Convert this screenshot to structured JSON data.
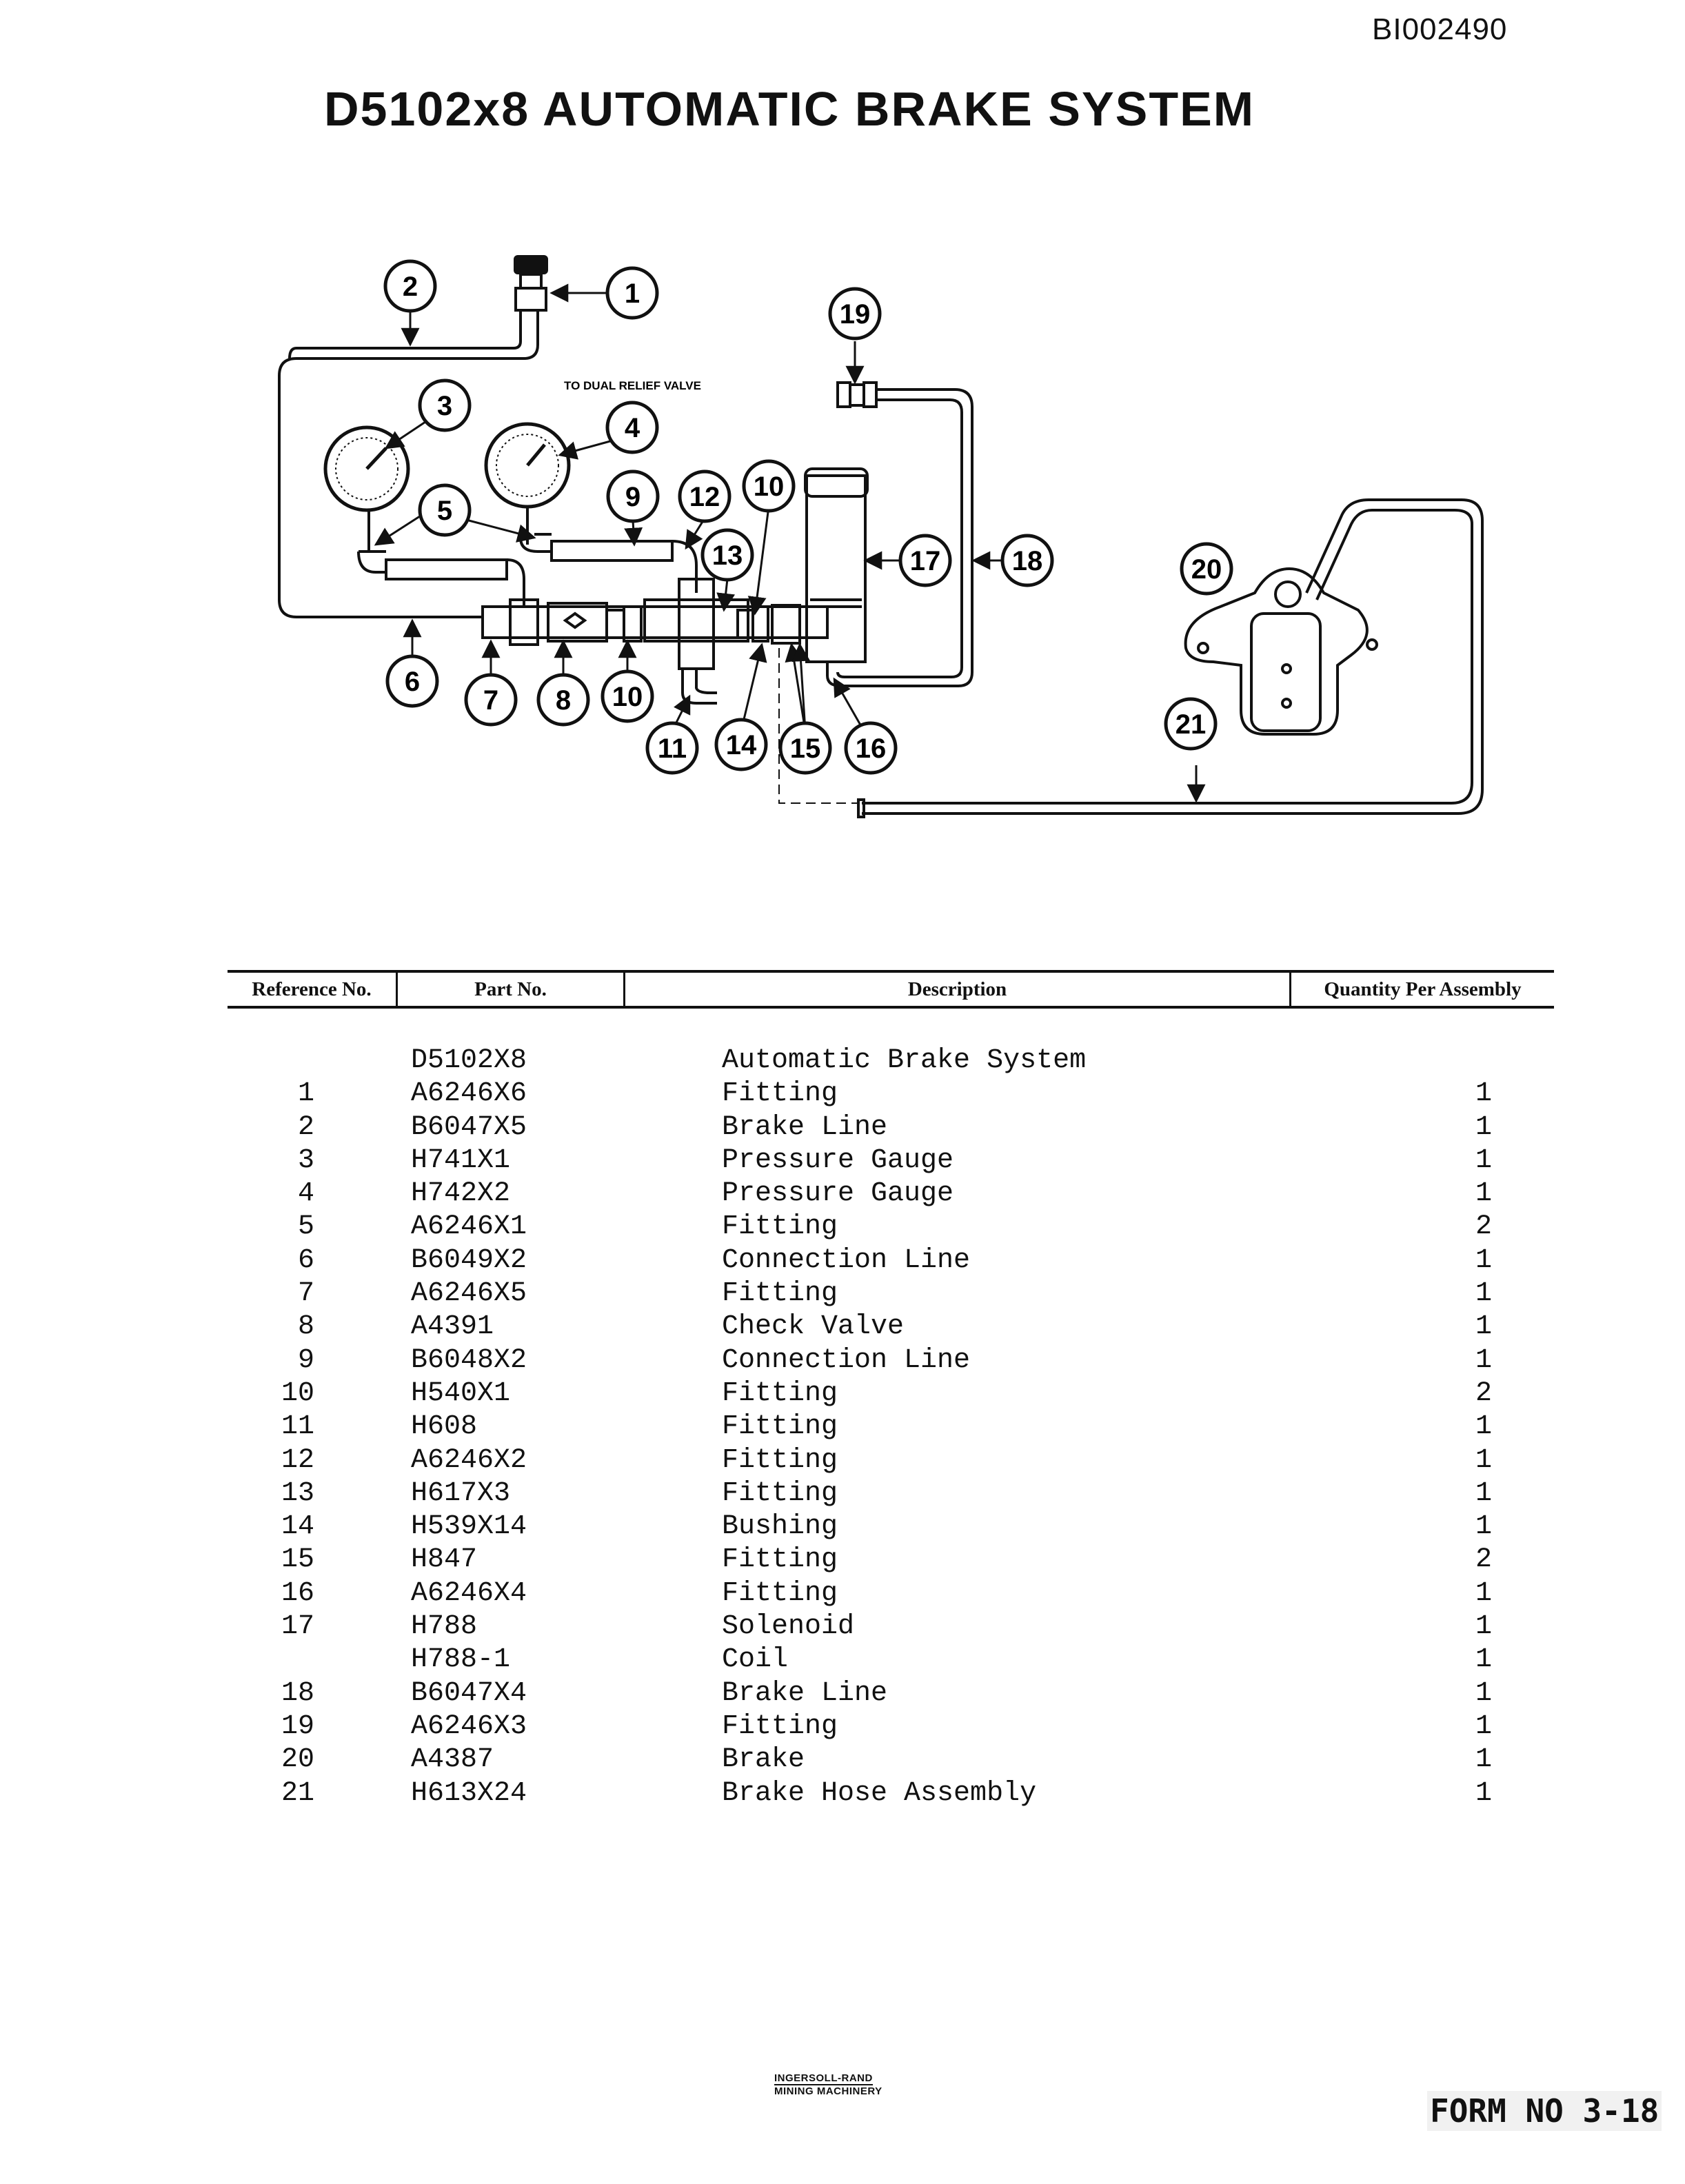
{
  "document": {
    "doc_id": "BI002490",
    "title": "D5102x8 AUTOMATIC BRAKE SYSTEM"
  },
  "diagram": {
    "note": "TO DUAL RELIEF VALVE",
    "callouts": [
      "1",
      "2",
      "3",
      "4",
      "5",
      "6",
      "7",
      "8",
      "9",
      "10",
      "10",
      "11",
      "12",
      "13",
      "14",
      "15",
      "16",
      "17",
      "18",
      "19",
      "20",
      "21"
    ]
  },
  "table": {
    "headers": {
      "ref": "Reference No.",
      "part": "Part No.",
      "desc": "Description",
      "qty": "Quantity Per Assembly"
    },
    "rows": [
      {
        "ref": "",
        "part": "D5102X8",
        "desc": "Automatic Brake System",
        "qty": ""
      },
      {
        "ref": "1",
        "part": "A6246X6",
        "desc": "Fitting",
        "qty": "1"
      },
      {
        "ref": "2",
        "part": "B6047X5",
        "desc": "Brake Line",
        "qty": "1"
      },
      {
        "ref": "3",
        "part": "H741X1",
        "desc": "Pressure Gauge",
        "qty": "1"
      },
      {
        "ref": "4",
        "part": "H742X2",
        "desc": "Pressure Gauge",
        "qty": "1"
      },
      {
        "ref": "5",
        "part": "A6246X1",
        "desc": "Fitting",
        "qty": "2"
      },
      {
        "ref": "6",
        "part": "B6049X2",
        "desc": "Connection Line",
        "qty": "1"
      },
      {
        "ref": "7",
        "part": "A6246X5",
        "desc": "Fitting",
        "qty": "1"
      },
      {
        "ref": "8",
        "part": "A4391",
        "desc": "Check Valve",
        "qty": "1"
      },
      {
        "ref": "9",
        "part": "B6048X2",
        "desc": "Connection Line",
        "qty": "1"
      },
      {
        "ref": "10",
        "part": "H540X1",
        "desc": "Fitting",
        "qty": "2"
      },
      {
        "ref": "11",
        "part": "H608",
        "desc": "Fitting",
        "qty": "1"
      },
      {
        "ref": "12",
        "part": "A6246X2",
        "desc": "Fitting",
        "qty": "1"
      },
      {
        "ref": "13",
        "part": "H617X3",
        "desc": "Fitting",
        "qty": "1"
      },
      {
        "ref": "14",
        "part": "H539X14",
        "desc": "Bushing",
        "qty": "1"
      },
      {
        "ref": "15",
        "part": "H847",
        "desc": "Fitting",
        "qty": "2"
      },
      {
        "ref": "16",
        "part": "A6246X4",
        "desc": "Fitting",
        "qty": "1"
      },
      {
        "ref": "17",
        "part": "H788",
        "desc": "Solenoid",
        "qty": "1"
      },
      {
        "ref": "",
        "part": "H788-1",
        "desc": "Coil",
        "qty": "1"
      },
      {
        "ref": "18",
        "part": "B6047X4",
        "desc": "Brake Line",
        "qty": "1"
      },
      {
        "ref": "19",
        "part": "A6246X3",
        "desc": "Fitting",
        "qty": "1"
      },
      {
        "ref": "20",
        "part": "A4387",
        "desc": "Brake",
        "qty": "1"
      },
      {
        "ref": "21",
        "part": "H613X24",
        "desc": "Brake Hose Assembly",
        "qty": "1"
      }
    ]
  },
  "footer": {
    "company_line1": "INGERSOLL-RAND",
    "company_line2": "MINING MACHINERY",
    "form_no": "FORM NO 3-18"
  }
}
